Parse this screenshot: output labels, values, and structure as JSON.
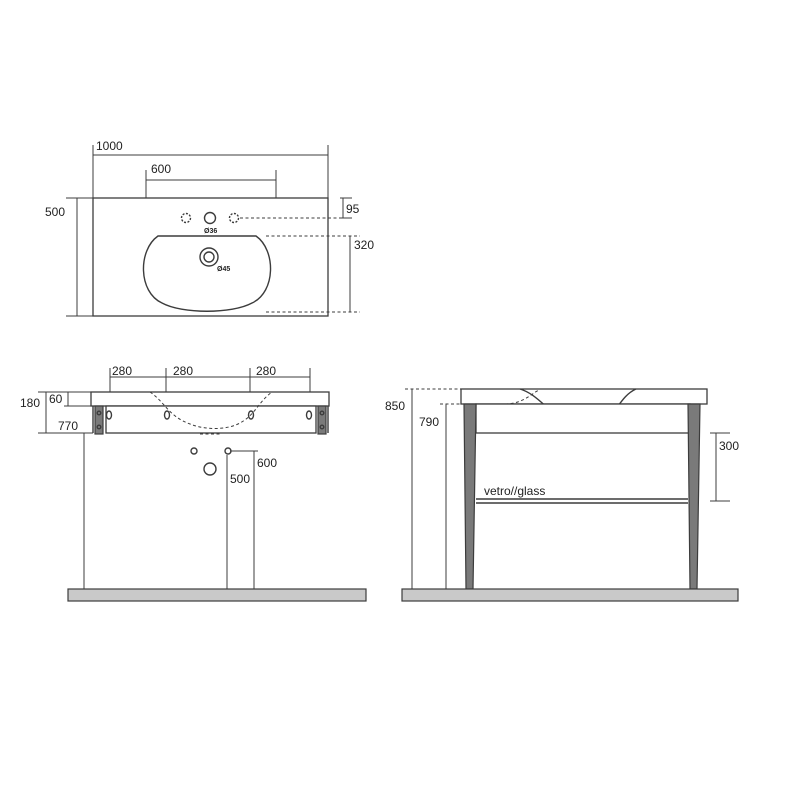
{
  "top_view": {
    "width": "1000",
    "hole_spacing": "600",
    "depth": "500",
    "tap_offset": "95",
    "bowl_depth": "320",
    "tap_hole": "Ø36",
    "drain_hole": "Ø45"
  },
  "front_view": {
    "span_left": "280",
    "span_center": "280",
    "span_right": "280",
    "total_height": "180",
    "top_thickness": "60",
    "mount_height": "770",
    "waste_height": "600",
    "supply_height": "500"
  },
  "side_view": {
    "counter_height": "850",
    "frame_height": "790",
    "drawer_height": "300",
    "shelf_label": "vetro//glass"
  }
}
